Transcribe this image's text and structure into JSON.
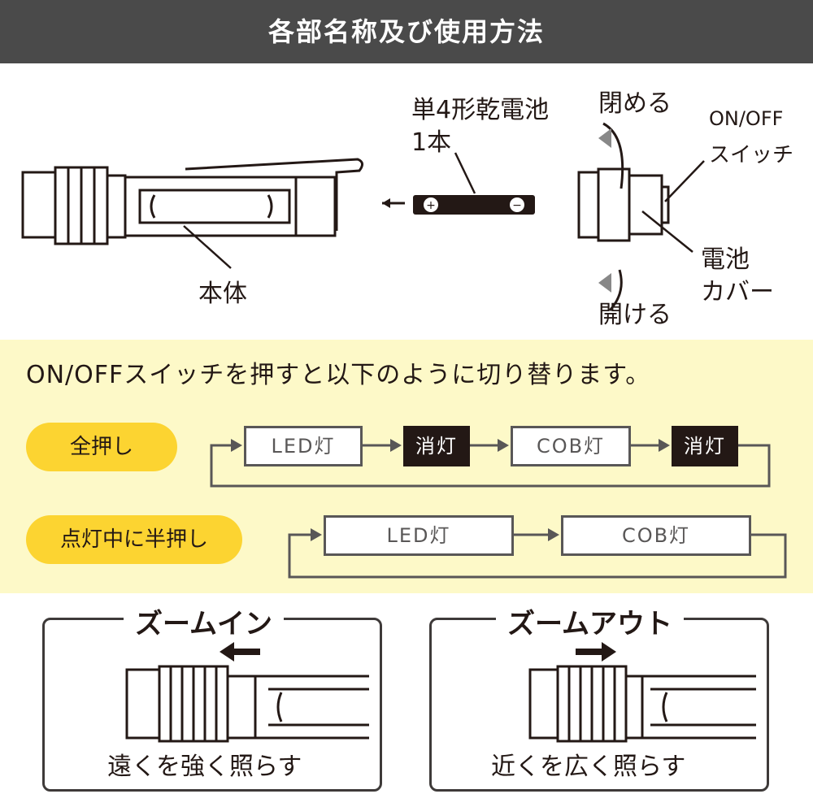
{
  "header": {
    "title": "各部名称及び使用方法"
  },
  "parts": {
    "body_label": "本体",
    "battery_label_line1": "単4形乾電池",
    "battery_label_line2": "1本",
    "close_label": "閉める",
    "open_label": "開ける",
    "switch_label_line1": "ON/OFF",
    "switch_label_line2": "スイッチ",
    "cover_label_line1": "電池",
    "cover_label_line2": "カバー"
  },
  "modes": {
    "lead": "ON/OFFスイッチを押すと以下のように切り替ります。",
    "full_press": {
      "label": "全押し",
      "steps": [
        "LED灯",
        "消灯",
        "COB灯",
        "消灯"
      ]
    },
    "half_press": {
      "label": "点灯中に半押し",
      "steps": [
        "LED灯",
        "COB灯"
      ]
    }
  },
  "zoom": {
    "zoom_in": {
      "title": "ズームイン",
      "caption": "遠くを強く照らす"
    },
    "zoom_out": {
      "title": "ズームアウト",
      "caption": "近くを広く照らす"
    }
  },
  "colors": {
    "header_bg": "#4a4a4a",
    "band_bg": "#fdf9c8",
    "pill": "#fcd431",
    "dark_box": "#231815",
    "line": "#595757"
  }
}
